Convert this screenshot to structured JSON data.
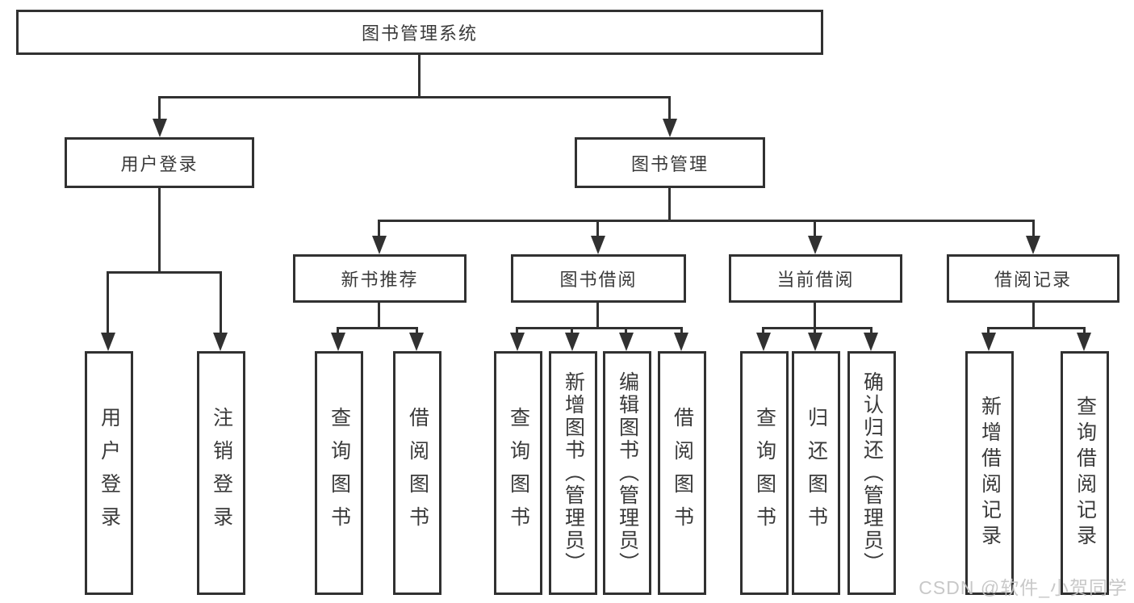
{
  "tree": {
    "root": {
      "label": "图书管理系统"
    },
    "children": [
      {
        "label": "用户登录",
        "children": [
          {
            "label": "用户登录"
          },
          {
            "label": "注销登录"
          }
        ]
      },
      {
        "label": "图书管理",
        "children": [
          {
            "label": "新书推荐",
            "children": [
              {
                "label": "查询图书"
              },
              {
                "label": "借阅图书"
              }
            ]
          },
          {
            "label": "图书借阅",
            "children": [
              {
                "label": "查询图书"
              },
              {
                "label": "新增图书（管理员）"
              },
              {
                "label": "编辑图书（管理员）"
              },
              {
                "label": "借阅图书"
              }
            ]
          },
          {
            "label": "当前借阅",
            "children": [
              {
                "label": "查询图书"
              },
              {
                "label": "归还图书"
              },
              {
                "label": "确认归还（管理员）"
              }
            ]
          },
          {
            "label": "借阅记录",
            "children": [
              {
                "label": "新增借阅记录"
              },
              {
                "label": "查询借阅记录"
              }
            ]
          }
        ]
      }
    ]
  },
  "watermark": "CSDN @软件_小贺同学",
  "colors": {
    "line": "#313131",
    "text": "#3a3a3a",
    "background": "#ffffff",
    "watermark": "#c3c3c3"
  }
}
